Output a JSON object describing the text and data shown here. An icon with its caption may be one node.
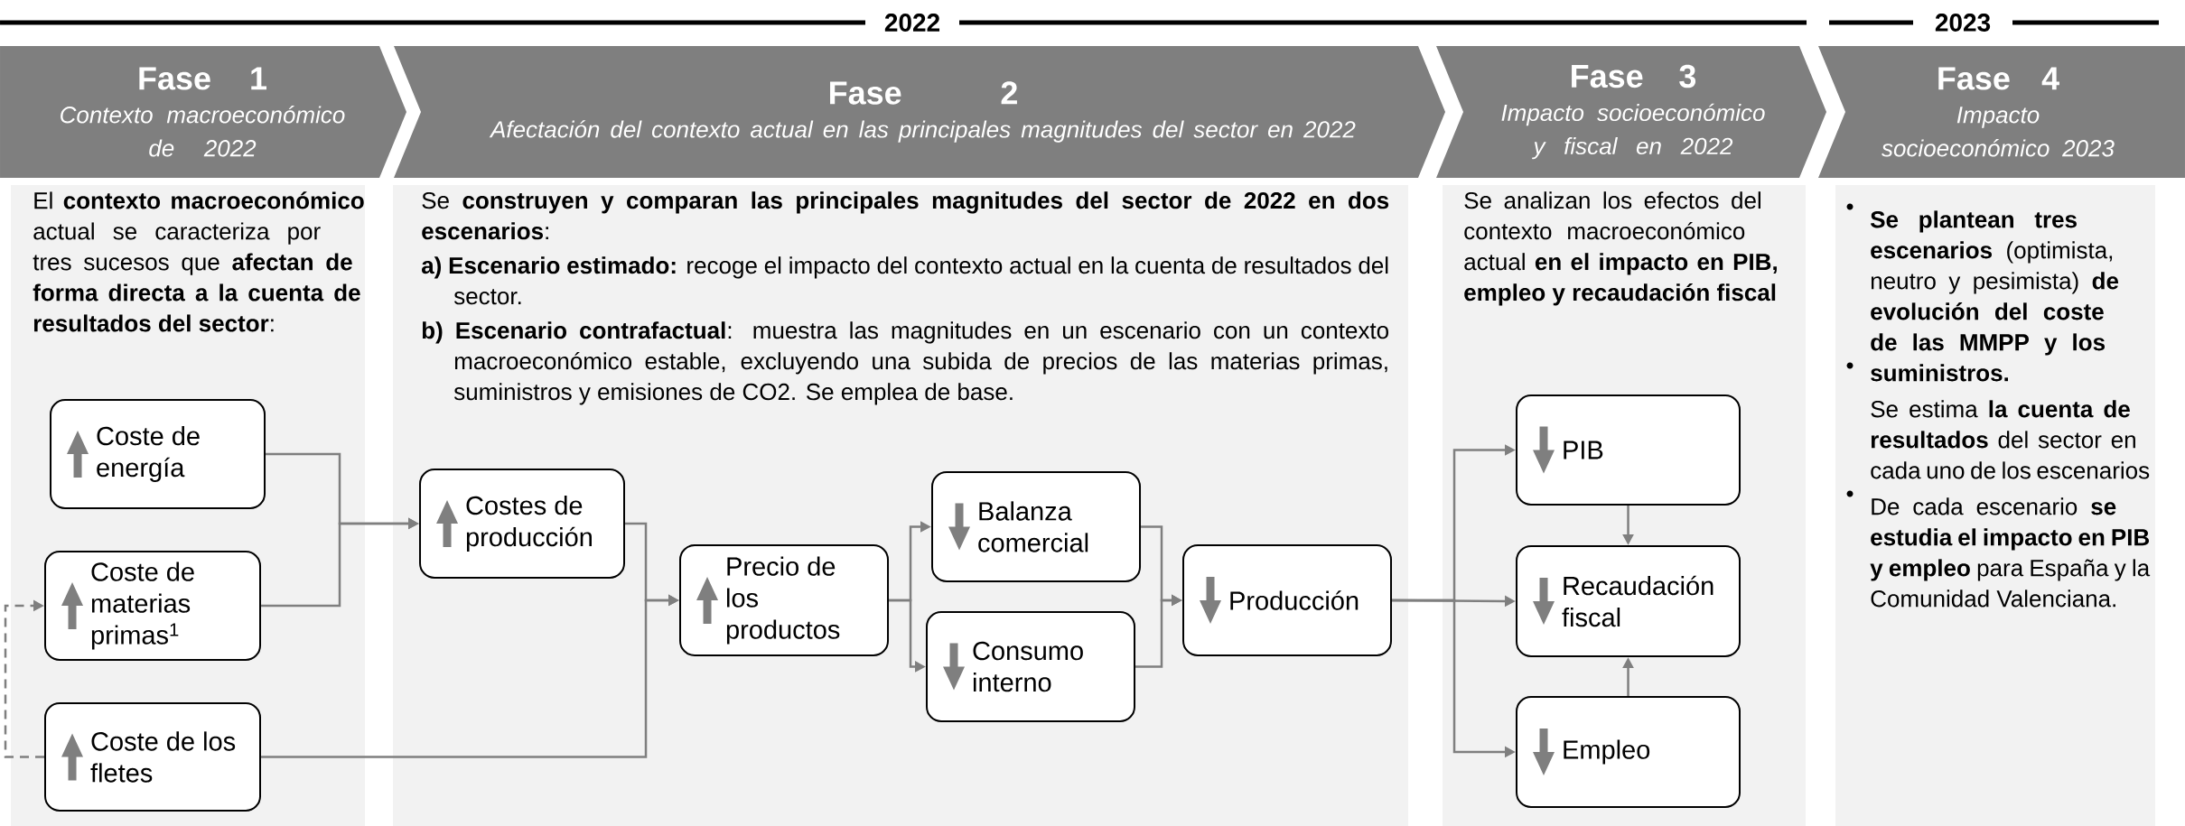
{
  "diagram": {
    "nodes": [
      {
        "text": [
          "Fase 1",
          "Contexto macroeconómico de 2022"
        ]
      },
      {
        "text": [
          "Fase 2",
          "Afectación del contexto actual en las principales magnitudes del sector en 2022"
        ]
      },
      {
        "text": [
          "Fase 3",
          "Impacto socioeconómico y fiscal en 2022"
        ]
      },
      {
        "text": [
          "Fase 4",
          "Impacto socioeconómico 2023"
        ]
      },
      {
        "text": [
          "El **contexto macroeconómico** actual se caracteriza por tres sucesos que **afectan de forma directa a la cuenta de resultados del sector**:"
        ]
      },
      {
        "text": [
          "Coste de energía"
        ],
        "in": 4
      },
      {
        "text": [
          "Coste de materias primas$^{1}$"
        ],
        "in": 4
      },
      {
        "text": [
          "Coste de los fletes"
        ],
        "in": 4
      },
      {
        "text": [
          "Se **construyen y comparan las principales magnitudes del sector de 2022 en dos escenarios**:",
          "**a) Escenario estimado:** recoge el impacto del contexto actual en la cuenta de resultados del sector.",
          "**b) Escenario contrafactual**: muestra las magnitudes en un escenario con un contexto macroeconómico estable, excluyendo una subida de precios de las materias primas, suministros y emisiones de CO2. Se emplea de base."
        ]
      },
      {
        "text": [
          "Costes de producción"
        ],
        "in": 8
      },
      {
        "text": [
          "Precio de los productos"
        ],
        "in": 8
      },
      {
        "text": [
          "Balanza comercial"
        ],
        "in": 8
      },
      {
        "text": [
          "Consumo interno"
        ],
        "in": 8
      },
      {
        "text": [
          "Producción"
        ],
        "in": 8
      },
      {
        "text": [
          "Se analizan los efectos del contexto macroeconómico actual **en el impacto en PIB, empleo y recaudación fiscal**"
        ]
      },
      {
        "text": [
          "PIB"
        ],
        "in": 14
      },
      {
        "text": [
          "Recaudación fiscal"
        ],
        "in": 14
      },
      {
        "text": [
          "Empleo"
        ],
        "in": 14
      },
      {
        "text": [
          "**Se plantean tres escenarios** (optimista, neutro y pesimista) **de evolución del coste de las MMPP y los suministros.**",
          "Se estima **la cuenta de resultados** del sector en cada uno de los escenarios",
          "De cada escenario **se estudia el impacto en PIB y empleo** para España y la Comunidad Valenciana."
        ]
      }
    ],
    "edges": [
      {
        "from": 5,
        "to": 9,
        "arrow": "to"
      },
      {
        "from": 6,
        "to": 9,
        "arrow": "to"
      },
      {
        "from": 7,
        "to": 10,
        "arrow": "to"
      },
      {
        "from": 9,
        "to": 10,
        "arrow": "to"
      },
      {
        "from": 10,
        "to": 11,
        "arrow": "to"
      },
      {
        "from": 10,
        "to": 12,
        "arrow": "to"
      },
      {
        "from": 11,
        "to": 13,
        "arrow": "to"
      },
      {
        "from": 12,
        "to": 13,
        "arrow": "to"
      },
      {
        "from": 13,
        "to": 15,
        "arrow": "to"
      },
      {
        "from": 13,
        "to": 16,
        "arrow": "to"
      },
      {
        "from": 13,
        "to": 17,
        "arrow": "to"
      },
      {
        "from": 15,
        "to": 16,
        "arrow": "to"
      },
      {
        "from": 17,
        "to": 16,
        "arrow": "to"
      },
      {
        "from": 7,
        "to": 6,
        "arrow": "to",
        "style": "dashed"
      }
    ],
    "labels": [
      "2022",
      "2023"
    ]
  }
}
